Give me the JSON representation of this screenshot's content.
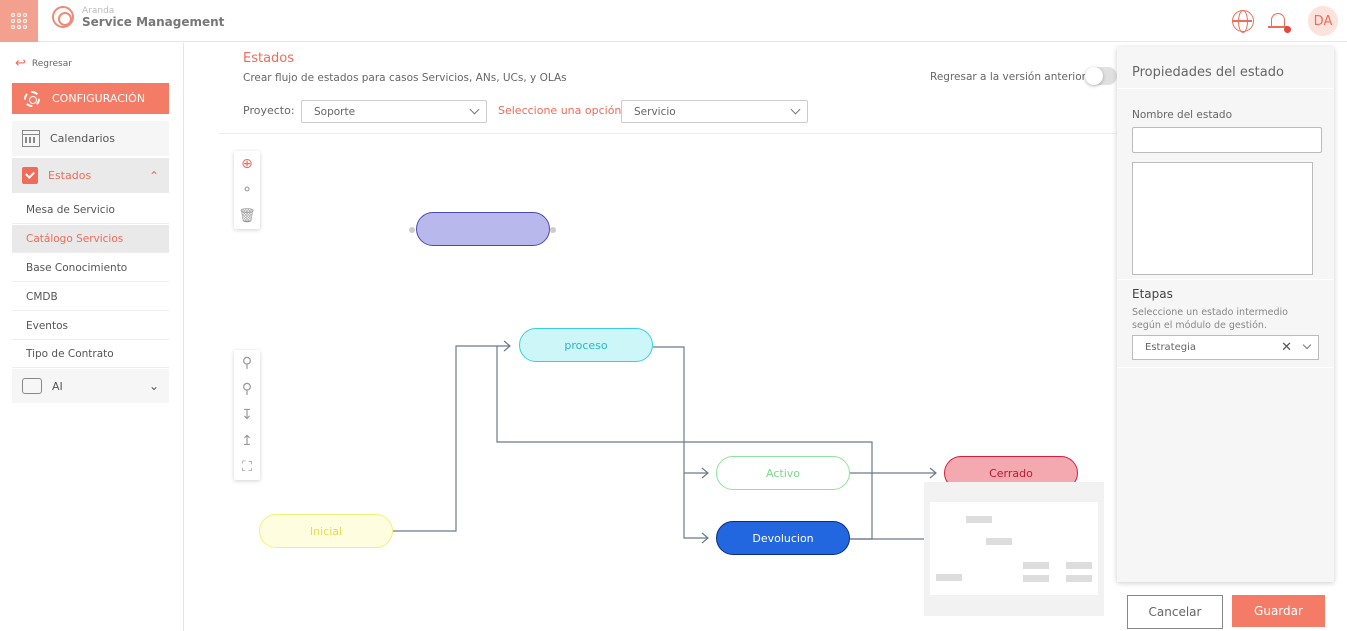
{
  "header": {
    "brand_small": "Aranda",
    "brand_big": "Service Management",
    "avatar_initials": "DA",
    "icons": [
      "apps-grid-icon",
      "globe-icon",
      "bell-icon"
    ]
  },
  "sidebar": {
    "back_label": "Regresar",
    "config_label": "CONFIGURACIÓN",
    "items": [
      {
        "label": "Calendarios"
      },
      {
        "label": "Estados"
      },
      {
        "label": "AI"
      }
    ],
    "sub_items": [
      {
        "label": "Mesa de Servicio"
      },
      {
        "label": "Catálogo Servicios"
      },
      {
        "label": "Base Conocimiento"
      },
      {
        "label": "CMDB"
      },
      {
        "label": "Eventos"
      },
      {
        "label": "Tipo de Contrato"
      }
    ],
    "active_sub_item": "Catálogo Servicios"
  },
  "main": {
    "title": "Estados",
    "subtitle": "Crear flujo de estados para casos Servicios, ANs, UCs, y OLAs",
    "revert_label": "Regresar a la versión anterior",
    "revert_toggle_on": false,
    "project_label": "Proyecto:",
    "project_value": "Soporte",
    "option_label": "Seleccione una opción",
    "option_value": "Servicio"
  },
  "diagram": {
    "nodes": [
      {
        "label": "",
        "fill": "#b9b8ec",
        "border": "#4a4ab0"
      },
      {
        "label": "proceso",
        "fill": "#cdf6f9",
        "border": "#39d0dc",
        "text": "#2bb7c4"
      },
      {
        "label": "Activo",
        "fill": "#ffffff",
        "border": "#8ee49a",
        "text": "#7ad889"
      },
      {
        "label": "Cerrado",
        "fill": "#f4a8b0",
        "border": "#d4203a",
        "text": "#b81a31"
      },
      {
        "label": "Inicial",
        "fill": "#fffde0",
        "border": "#f5ef7a",
        "text": "#e8dc48"
      },
      {
        "label": "Devolucion",
        "fill": "#2266e0",
        "border": "#0b2d80",
        "text": "#ffffff"
      }
    ],
    "tools_top": [
      "add-node-icon",
      "palette-icon",
      "trash-icon"
    ],
    "tools_zoom": [
      "zoom-in-icon",
      "zoom-out-icon",
      "import-icon",
      "export-icon",
      "fullscreen-icon"
    ]
  },
  "properties": {
    "title": "Propiedades del estado",
    "name_label": "Nombre del estado",
    "name_value": "",
    "description_value": "",
    "etapas_label": "Etapas",
    "etapas_hint": "Seleccione un estado intermedio según el módulo de gestión.",
    "etapa_value": "Estrategia"
  },
  "actions": {
    "cancel_label": "Cancelar",
    "save_label": "Guardar"
  },
  "colors": {
    "accent": "#f47c66",
    "connector": "#6b7a8c"
  }
}
